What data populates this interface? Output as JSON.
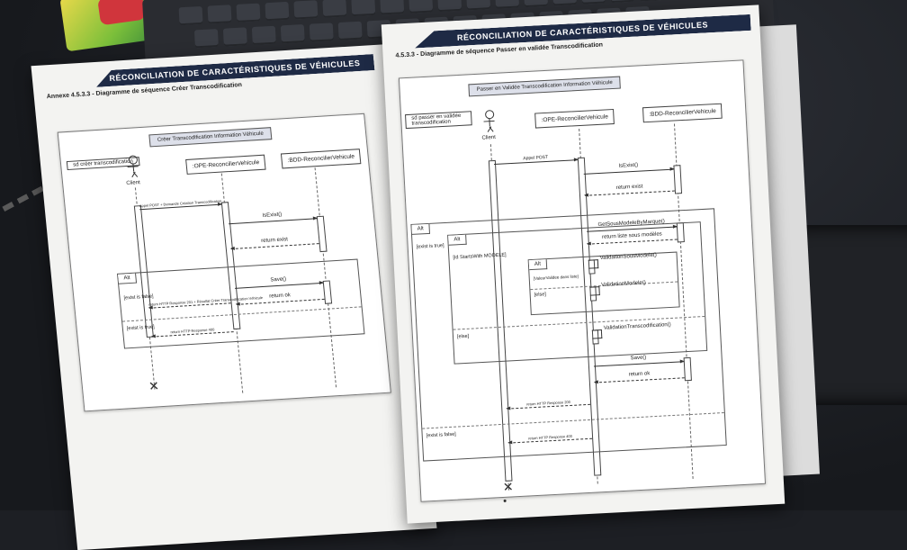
{
  "left_page": {
    "banner": "RÉCONCILIATION DE CARACTÉRISTIQUES DE VÉHICULES",
    "subtitle": "Annexe 4.5.3.3 - Diagramme de séquence Créer Transcodification",
    "diagram": {
      "title": "Créer Transcodification Information Véhicule",
      "frame_label": "sd créer transcodification",
      "actor": "Client",
      "lifelines": [
        ":OPE-ReconcilierVehicule",
        ":BDD-ReconcilierVehicule"
      ],
      "messages": {
        "m1": "Appel POST + Demande Création Transcodification",
        "m2": "IsExist()",
        "m3": "return exist",
        "m4": "Save()",
        "m5": "return ok",
        "m6": "return HTTP Response 201 + Résultat Créer Transcodification Véhicule",
        "m7": "return HTTP Response 400"
      },
      "fragment": {
        "tag": "Alt",
        "guard1": "[exist is false]",
        "guard2": "[exist is true]"
      }
    }
  },
  "right_page": {
    "banner": "RÉCONCILIATION DE CARACTÉRISTIQUES DE VÉHICULES",
    "subtitle": "4.5.3.3 - Diagramme de séquence Passer en validée Transcodification",
    "diagram": {
      "title": "Passer en Validée Transcodification Information Véhicule",
      "frame_label": "sd passer en validée transcodification",
      "actor": "Client",
      "lifelines": [
        ":OPE-ReconcilierVehicule",
        ":BDD-ReconcilierVehicule"
      ],
      "messages": {
        "m1": "Appel POST",
        "m2": "IsExist()",
        "m3": "return exist",
        "m4": "GetSousModeleByMarque()",
        "m5": "return liste sous modèles",
        "m6": "ValidationSousModele()",
        "m7": "ValidationModele()",
        "m8": "ValidationTranscodification()",
        "m9": "Save()",
        "m10": "return ok",
        "m11": "return HTTP Response 200",
        "m12": "return HTTP Response 400"
      },
      "outer_alt": {
        "tag": "Alt",
        "guard1": "[exist is true]",
        "guard2": "[exist is false]"
      },
      "mid_alt": {
        "tag": "Alt",
        "guard1": "[Id StartsWith MODELE]",
        "guard2": "[else]"
      },
      "inner_alt": {
        "tag": "Alt",
        "guard1": "[ValeurValidee dans liste]",
        "guard2": "[else]"
      }
    }
  }
}
